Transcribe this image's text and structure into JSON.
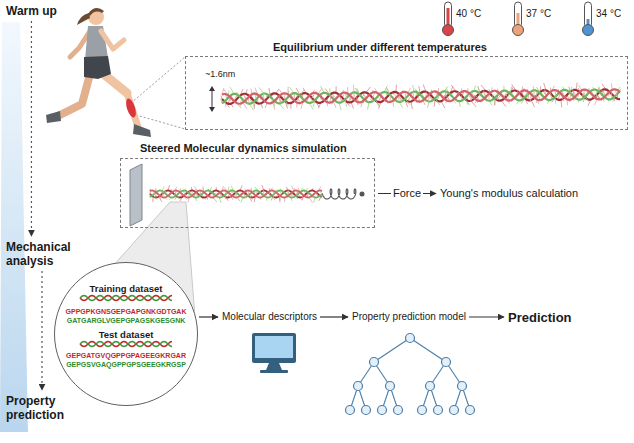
{
  "diagram": {
    "nodes": [
      {
        "text": [
          "Warm up"
        ]
      },
      {
        "text": [
          "Mechanical analysis"
        ]
      },
      {
        "text": [
          "Property prediction"
        ]
      },
      {
        "text": [
          "Equilibrium under different temperatures",
          "~1.6nm"
        ]
      },
      {
        "text": [
          "Steered Molecular dynamics simulation"
        ]
      },
      {
        "text": [
          "Young's modulus calculation"
        ]
      },
      {
        "text": [
          "Training dataset",
          "GPPGPKGNSGEPGAPGNKGDTGAK",
          "GATGARGLVGEPGPAGSKGESGNK",
          "Test dataset",
          "GEPGATGVQGPPGPAGEEGKRGAR",
          "GEPGSVGAQGPPGPSGEEGKRGSP"
        ]
      },
      {
        "text": [
          "Molecular descriptors"
        ]
      },
      {
        "text": [
          "Property prediction model"
        ]
      },
      {
        "text": [
          "Prediction"
        ]
      }
    ],
    "edges": [
      {
        "from": 0,
        "to": 1,
        "arrow": "to"
      },
      {
        "from": 1,
        "to": 2,
        "arrow": "to"
      },
      {
        "from": 4,
        "to": 5,
        "label": "Force",
        "arrow": "to"
      },
      {
        "from": 6,
        "to": 7,
        "arrow": "to"
      },
      {
        "from": 7,
        "to": 8,
        "arrow": "to"
      },
      {
        "from": 8,
        "to": 9,
        "arrow": "to"
      }
    ],
    "labels": [
      "40 °C",
      "37 °C",
      "34 °C"
    ]
  }
}
